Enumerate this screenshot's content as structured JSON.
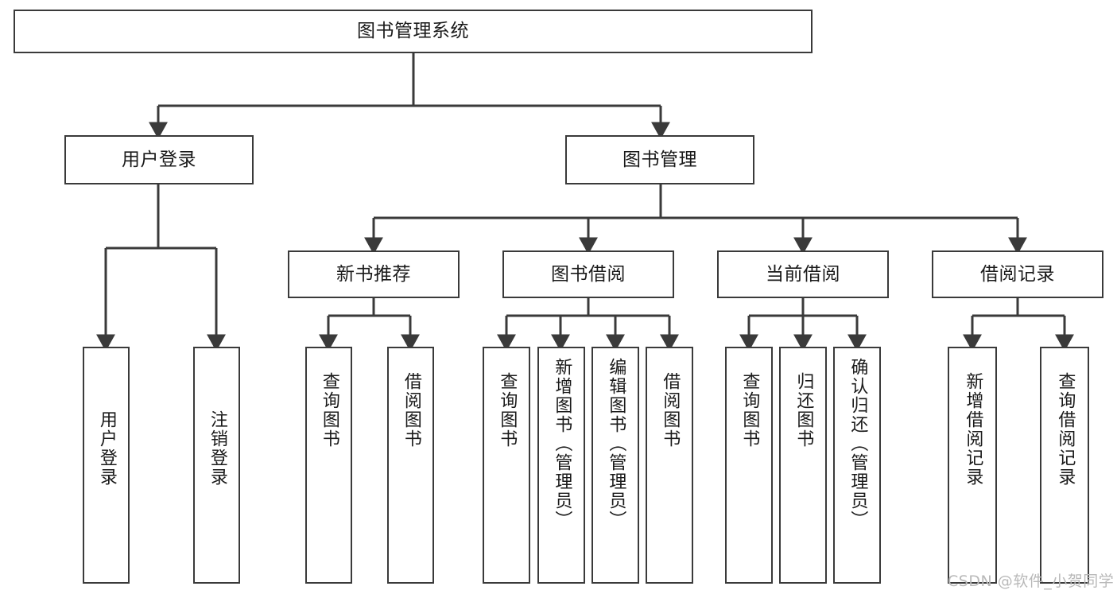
{
  "diagram": {
    "title": "图书管理系统",
    "type": "tree-hierarchy",
    "orientation": "top-down",
    "colors": {
      "box_border": "#3a3a3a",
      "box_fill": "#ffffff",
      "edge": "#3a3a3a",
      "text": "#1a1a1a",
      "watermark": "#b9b9b9",
      "background": "#ffffff"
    },
    "nodes": {
      "root": {
        "label": "图书管理系统"
      },
      "level2": [
        {
          "label": "用户登录"
        },
        {
          "label": "图书管理"
        }
      ],
      "level3": [
        {
          "label": "新书推荐"
        },
        {
          "label": "图书借阅"
        },
        {
          "label": "当前借阅"
        },
        {
          "label": "借阅记录"
        }
      ],
      "leaves": {
        "user_login": [
          {
            "label": "用户登录"
          },
          {
            "label": "注销登录"
          }
        ],
        "new_book_recommend": [
          {
            "label": "查询图书"
          },
          {
            "label": "借阅图书"
          }
        ],
        "book_borrow": [
          {
            "label": "查询图书"
          },
          {
            "label": "新增图书（管理员）"
          },
          {
            "label": "编辑图书（管理员）"
          },
          {
            "label": "借阅图书"
          }
        ],
        "current_borrow": [
          {
            "label": "查询图书"
          },
          {
            "label": "归还图书"
          },
          {
            "label": "确认归还（管理员）"
          }
        ],
        "borrow_record": [
          {
            "label": "新增借阅记录"
          },
          {
            "label": "查询借阅记录"
          }
        ]
      }
    },
    "watermark": "CSDN @软件_小贺同学"
  }
}
